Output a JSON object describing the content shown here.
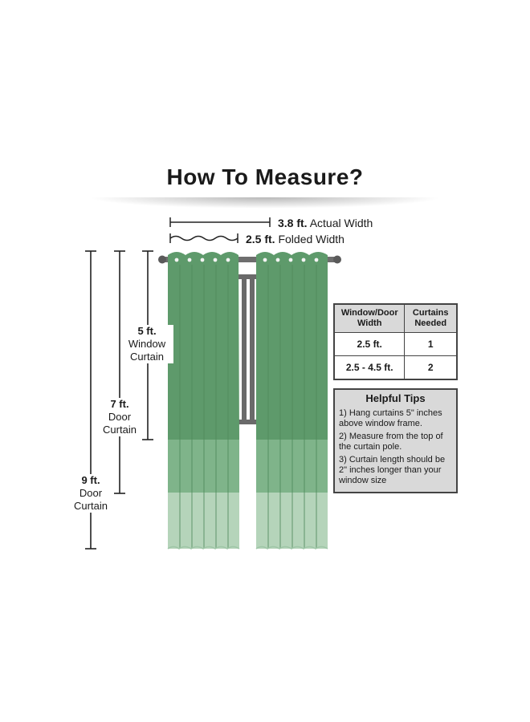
{
  "title": "How To Measure?",
  "width_labels": {
    "actual": {
      "value": "3.8 ft.",
      "label": "Actual Width"
    },
    "folded": {
      "value": "2.5 ft.",
      "label": "Folded Width"
    }
  },
  "length_labels": [
    {
      "value": "5 ft.",
      "line1": "Window",
      "line2": "Curtain"
    },
    {
      "value": "7 ft.",
      "line1": "Door",
      "line2": "Curtain"
    },
    {
      "value": "9 ft.",
      "line1": "Door",
      "line2": "Curtain"
    }
  ],
  "size_table": {
    "headers": [
      "Window/Door Width",
      "Curtains Needed"
    ],
    "rows": [
      [
        "2.5 ft.",
        "1"
      ],
      [
        "2.5 - 4.5 ft.",
        "2"
      ]
    ]
  },
  "tips": {
    "heading": "Helpful Tips",
    "items": [
      "1) Hang curtains 5\" inches above window frame.",
      "2) Measure from the top of the curtain pole.",
      "3) Curtain length should be 2\" inches longer than your window size"
    ]
  },
  "colors": {
    "curtain_dark": "#5e9a6b",
    "curtain_mid": "#7fb48a",
    "curtain_light": "#b5d4ba",
    "rod": "#666666"
  }
}
